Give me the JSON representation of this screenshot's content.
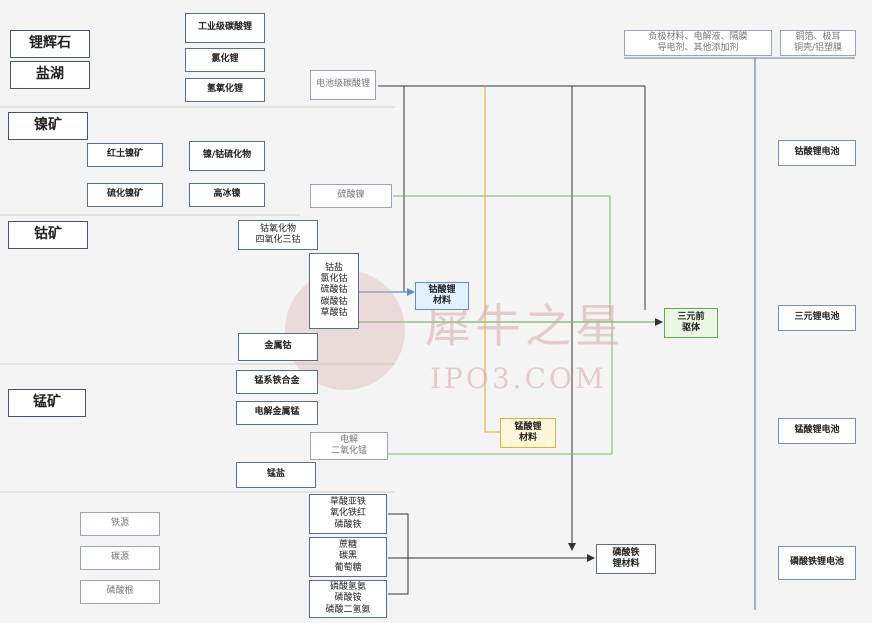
{
  "colors": {
    "line": "#333333",
    "cobalt_line": "#5e8fc9",
    "ternary_line": "#7ab56a",
    "manganate_line": "#e0b94a",
    "divider": "#cccccc",
    "watermark": "#d9a9a9"
  },
  "raw_materials": {
    "lithium_ore": "锂辉石",
    "salt_lake": "盐湖",
    "nickel_ore": "镍矿",
    "cobalt_ore": "钴矿",
    "manganese_ore": "锰矿"
  },
  "lithium": {
    "industrial_carbonate": "工业级碳酸锂",
    "lithium_chloride": "氯化锂",
    "lithium_hydroxide": "氢氧化锂",
    "battery_carbonate": "电池级碳酸锂"
  },
  "nickel": {
    "laterite": "红土镍矿",
    "sulfide_ore": "硫化镍矿",
    "ni_co_sulfide": "镍/钴硫化物",
    "matte": "高冰镍",
    "nickel_sulfate": "硫酸镍"
  },
  "cobalt": {
    "cobalt_oxide": "钴氧化物\n四氧化三钴",
    "cobalt_salts": "钴盐\n氯化钴\n硫酸钴\n碳酸钴\n草酸钴",
    "cobalt_metal": "金属钴"
  },
  "manganese": {
    "ferro_alloy": "锰系铁合金",
    "electrolytic_mn": "电解金属锰",
    "emd": "电解\n二氧化锰",
    "mn_salt": "锰盐"
  },
  "phosphate_inputs": {
    "iron_source": "铁源",
    "carbon_source": "碳源",
    "phosphate_root": "磷酸根"
  },
  "phosphate_intermediates": {
    "iron_compounds": "草酸亚铁\n氧化铁红\n磷酸铁",
    "carbon_compounds": "蔗糖\n碳黑\n葡萄糖",
    "phosphates": "磷酸氢氨\n磷酸铵\n磷酸二氢氨"
  },
  "cathode_materials": {
    "lco": "钴酸锂\n材料",
    "ternary_precursor": "三元前\n驱体",
    "lmo": "锰酸锂\n材料",
    "lfp": "磷酸铁\n锂材料"
  },
  "other_materials": {
    "components": "负极材料、电解液、隔膜\n导电剂、其他添加剂",
    "foils": "铜箔、极耳\n铜壳/铝塑膜"
  },
  "batteries": {
    "lco": "钴酸锂电池",
    "ternary": "三元锂电池",
    "lmo": "锰酸锂电池",
    "lfp": "磷酸铁锂电池"
  },
  "watermark": {
    "cn": "犀牛之星",
    "en": "IPO3.COM"
  }
}
